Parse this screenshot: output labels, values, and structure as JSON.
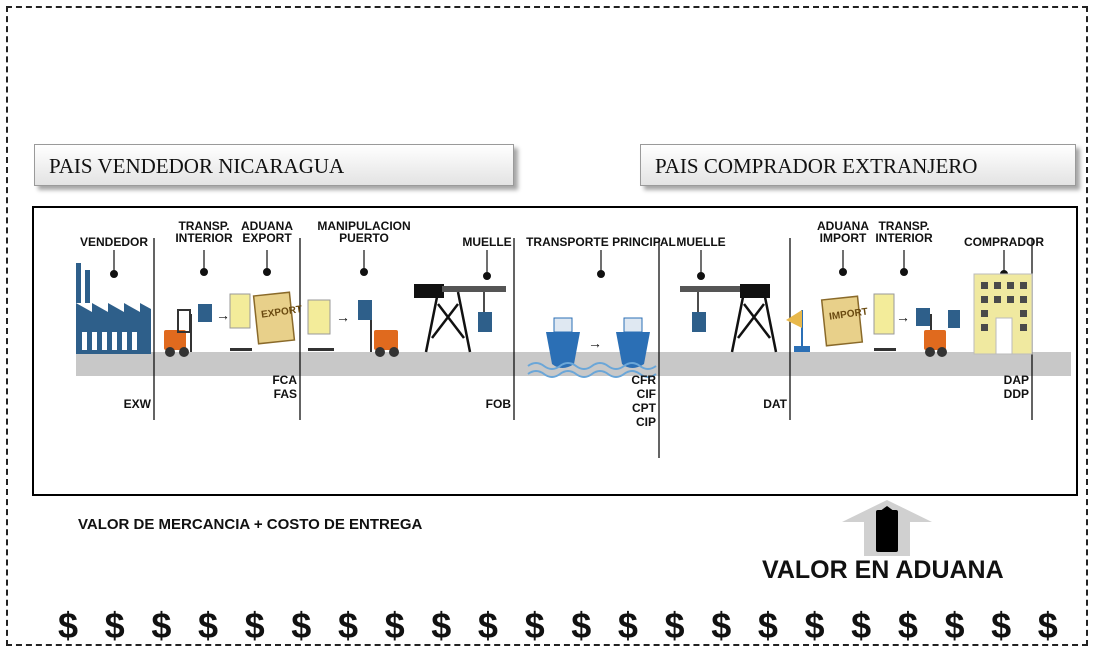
{
  "seller_country": "PAIS VENDEDOR NICARAGUA",
  "buyer_country": "PAIS COMPRADOR EXTRANJERO",
  "stages": [
    {
      "lines": [
        "VENDEDOR"
      ]
    },
    {
      "lines": [
        "TRANSP.",
        "INTERIOR"
      ]
    },
    {
      "lines": [
        "ADUANA",
        "EXPORT"
      ]
    },
    {
      "lines": [
        "MANIPULACION",
        "PUERTO"
      ]
    },
    {
      "lines": [
        "MUELLE"
      ]
    },
    {
      "lines": [
        "TRANSPORTE PRINCIPAL"
      ]
    },
    {
      "lines": [
        "MUELLE"
      ]
    },
    {
      "lines": [
        "ADUANA",
        "IMPORT"
      ]
    },
    {
      "lines": [
        "TRANSP.",
        "INTERIOR"
      ]
    },
    {
      "lines": [
        "COMPRADOR"
      ]
    }
  ],
  "terms": [
    {
      "lines": [
        "EXW"
      ]
    },
    {
      "lines": [
        "FCA",
        "FAS"
      ]
    },
    {
      "lines": [
        "FOB"
      ]
    },
    {
      "lines": [
        "CFR",
        "CIF",
        "CPT",
        "CIP"
      ]
    },
    {
      "lines": [
        "DAT"
      ]
    },
    {
      "lines": [
        "DAP",
        "DDP"
      ]
    }
  ],
  "icons": [
    "factory-icon",
    "forklift-icon",
    "export-document-icon",
    "forklift-icon",
    "crane-icon",
    "ship-icon",
    "ship-icon",
    "crane-icon",
    "import-document-icon",
    "forklift-icon",
    "building-icon"
  ],
  "box_labels": {
    "export_doc": "EXPORT",
    "import_doc": "IMPORT"
  },
  "value_label": "VALOR DE MERCANCIA + COSTO DE ENTREGA",
  "customs_value_label": "VALOR EN ADUANA",
  "dollar_symbol": "$",
  "dollar_count": 22,
  "colors": {
    "ground": "#c8c8c8",
    "factory": "#2e5f8a",
    "crate": "#f3ec9a",
    "forklift": "#e06a1e",
    "ship": "#2b6fb5",
    "building": "#f0e9a0"
  }
}
